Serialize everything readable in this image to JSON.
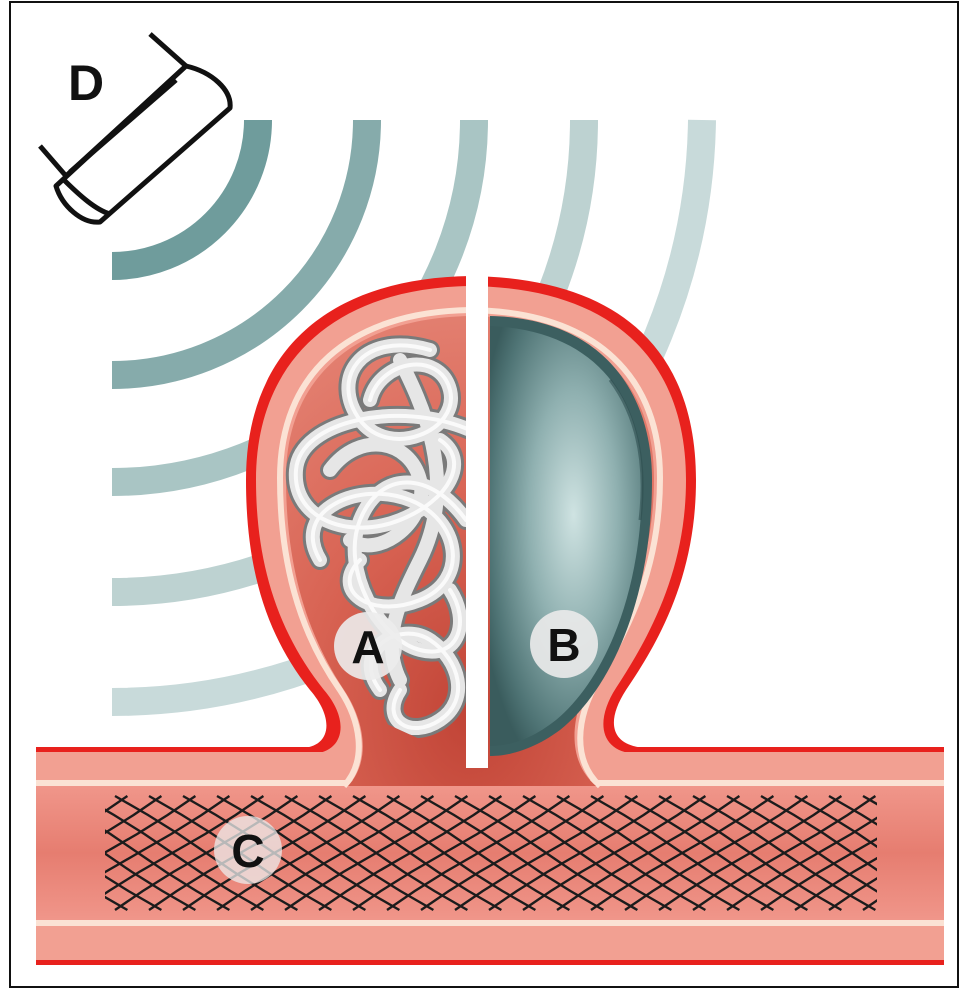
{
  "labels": {
    "a": "A",
    "b": "B",
    "c": "C",
    "d": "D"
  },
  "colors": {
    "frame": "#111111",
    "vessel_outline": "#e8211d",
    "vessel_wall": "#f2a092",
    "vessel_inner_line": "#fbe2d4",
    "vessel_lumen": "#ec8579",
    "aneurysm_lumen": "#d9675a",
    "coil": "#d8d8d8",
    "balloon_dark": "#3e6466",
    "balloon_light": "#b9d4d4",
    "stent": "#1c1c1c",
    "wave_dark": "#6e9b9b",
    "wave_light": "#c7d9d9",
    "label_circle": "#e9e9e9"
  },
  "icons": {
    "d": "ultrasound-transducer-icon",
    "a": "coil-icon",
    "b": "balloon-icon",
    "c": "stent-icon"
  }
}
